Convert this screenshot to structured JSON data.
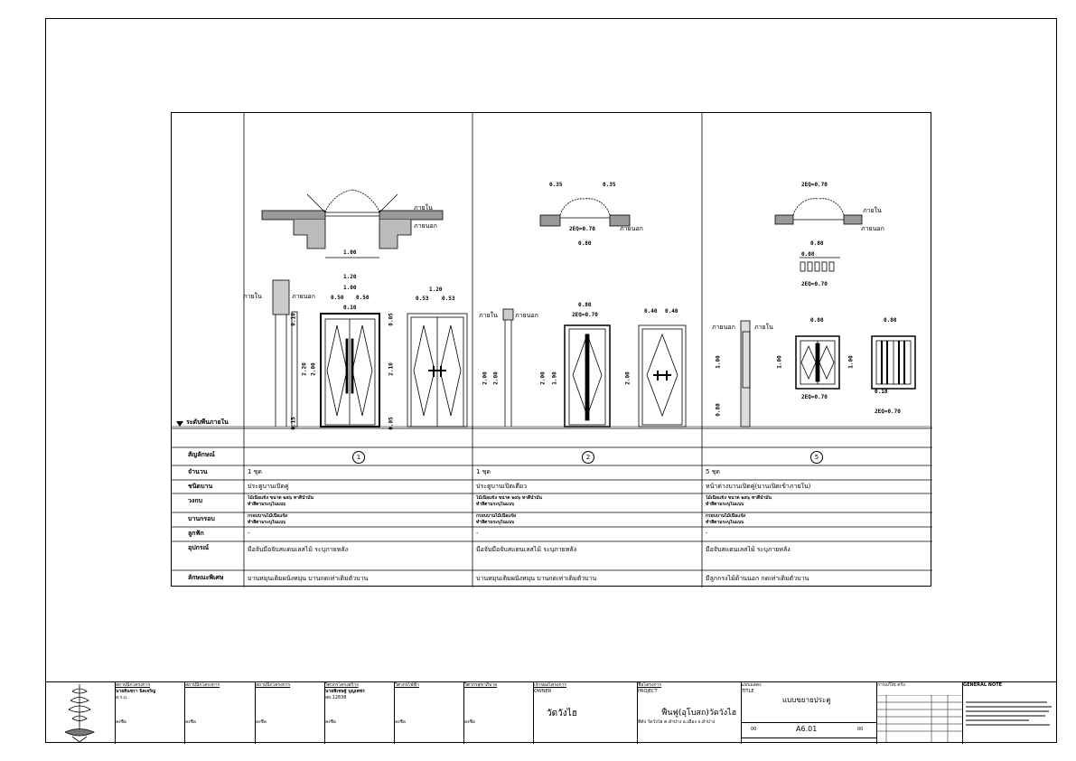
{
  "schedule": {
    "level_label": "ระดับพื้นภายใน",
    "notes": {
      "inside": "ภายใน",
      "outside": "ภายนอก"
    },
    "types": [
      {
        "symbol": "1",
        "quantity": "1 ชุด",
        "type": "ประตูบานเปิดคู่",
        "frame": "ไม้เนื้อแข็ง ขนาด ๒x๖ ทาสีน้ำมัน",
        "frame2": "ทำสีตามระบุในแบบ",
        "panel": "กรอบบานไม้เนื้อแข็ง",
        "panel2": "ทำสีตามระบุในแบบ",
        "glass": "-",
        "hardware": "มือจับมือจับสแตนเลสไม้ ระบุภายหลัง",
        "remark": "บานหมุนเต็มผนังหมุน บานกดเท่าเต็มตัวบาน",
        "dims": {
          "plan_width": "1.00",
          "total_width": "1.20",
          "leaf_width": "1.00",
          "leaf_a": "0.50",
          "leaf_b": "0.50",
          "top": "0.10",
          "frame_top": "0.05",
          "height_total": "2.20",
          "height_leaf": "2.00",
          "height_side": "2.10",
          "base": "0.05",
          "side_a": "0.53",
          "side_b": "0.53",
          "side_w": "1.20",
          "base_side": "0.15",
          "top_side": "0.10"
        }
      },
      {
        "symbol": "2",
        "quantity": "1 ชุด",
        "type": "ประตูบานเปิดเดี่ยว",
        "frame": "ไม้เนื้อแข็ง ขนาด ๒x๖ ทาสีน้ำมัน",
        "frame2": "ทำสีตามระบุในแบบ",
        "panel": "กรอบบานไม้เนื้อแข็ง",
        "panel2": "ทำสีตามระบุในแบบ",
        "glass": "-",
        "hardware": "มือจับมือจับสแตนเลสไม้ ระบุภายหลัง",
        "remark": "บานหมุนเต็มผนังหมุน บานกดเท่าเต็มตัวบาน",
        "dims": {
          "plan_a": "0.35",
          "plan_b": "0.35",
          "plan_eq": "2EQ=0.70",
          "plan_width": "0.80",
          "width": "0.80",
          "eq": "2EQ=0.70",
          "h1": "2.00",
          "h2": "2.00",
          "h3": "1.90",
          "h4": "2.00",
          "side_a": "0.40",
          "side_b": "0.40"
        }
      },
      {
        "symbol": "5",
        "quantity": "5 ชุด",
        "type": "หน้าต่างบานเปิดคู่(บานเปิดเข้าภายใน)",
        "frame": "ไม้เนื้อแข็ง ขนาด ๒x๖ ทาสีน้ำมัน",
        "frame2": "ทำสีตามระบุในแบบ",
        "panel": "กรอบบานไม้เนื้อแข็ง",
        "panel2": "ทำสีตามระบุในแบบ",
        "glass": "-",
        "hardware": "มือจับสแตนเลสไม้ ระบุภายหลัง",
        "remark": "มีลูกกรงไม้ด้านนอก กดเท่าเต็มตัวบาน",
        "dims": {
          "plan_eq": "2EQ=0.70",
          "plan_width": "0.80",
          "w": "0.80",
          "w2": "0.80",
          "h1": "1.00",
          "h2": "1.00",
          "h3": "1.00",
          "sill": "0.80",
          "eq1": "2EQ=0.70",
          "eq2": "2EQ=0.70",
          "sub": "0.18",
          "sub2": "0.08"
        }
      }
    ],
    "row_labels": {
      "symbol": "สัญลักษณ์",
      "quantity": "จำนวน",
      "type": "ชนิดบาน",
      "frame": "วงกบ",
      "panel": "บานกรอบ",
      "glass": "ลูกฟัก",
      "hardware": "อุปกรณ์",
      "remark": "ลักษณะพิเศษ"
    }
  },
  "title_block": {
    "col1": [
      "สถาปนิกโครงการ",
      "นายสินชรา นิลเจริญ",
      "ส.ร.ถ.",
      "ลงชื่อ"
    ],
    "col2": [
      "สถาปนิกโครงการ",
      "",
      "",
      "ลงชื่อ"
    ],
    "col3": [
      "สถาปนิกโครงการ",
      "",
      "",
      "ลงชื่อ"
    ],
    "col4": [
      "วิศวกรโครงสร้าง",
      "นายพิเชษฐ์ บุญเพชร",
      "สย.12838",
      "ลงชื่อ"
    ],
    "col5": [
      "วิศวกรไฟฟ้า",
      "",
      "",
      "ลงชื่อ"
    ],
    "col6": [
      "วิศวกรสุขาภิบาล",
      "",
      "",
      "ลงชื่อ"
    ],
    "owner_label": "เจ้าของโครงการ",
    "owner_sub": "OWNER",
    "owner": "วัดวังไฮ",
    "project_label": "ชื่อโครงการ",
    "project_sub": "PROJECT",
    "project": "ฟื้นฟู(อุโบสถ)วัดวังไฮ",
    "location": "ที่ตั้ง วัดวังไฮ ต.ลำปาง อ.เมือง จ.ลำปาง",
    "sheet_title_label": "แบบแสดง",
    "sheet_title_sub": "TITLE",
    "sheet_title": "แบบขยายประตู",
    "sheet_no": "A6.01",
    "sheet_total": "00",
    "sheet_code": "00",
    "revision_label": "การแก้ไข ครั้ง",
    "general_notes": "GENERAL NOTE"
  }
}
